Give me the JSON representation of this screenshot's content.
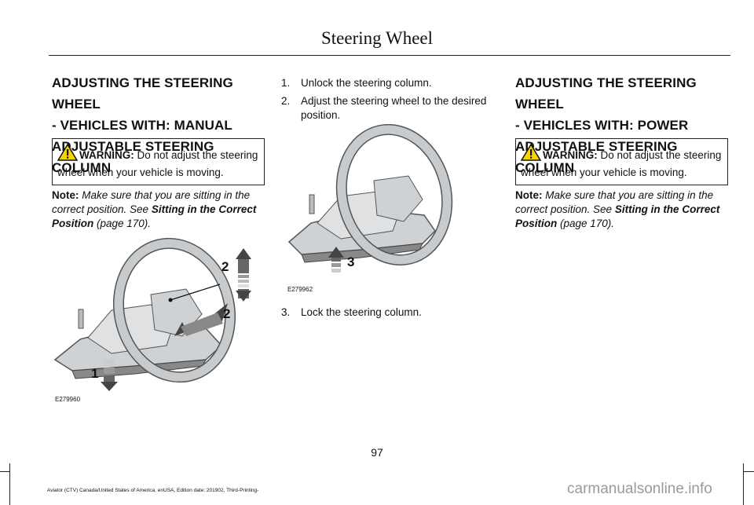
{
  "header": {
    "title": "Steering Wheel"
  },
  "left": {
    "heading": [
      "ADJUSTING THE STEERING WHEEL",
      "- VEHICLES WITH: MANUAL",
      "ADJUSTABLE STEERING COLUMN"
    ],
    "warning": {
      "label": "WARNING:",
      "text": " Do not adjust the steering wheel when your vehicle is moving."
    },
    "note": {
      "label": "Note:",
      "text": " Make sure that you are sitting in the correct position.  See ",
      "link": "Sitting in the Correct Position",
      "page": " (page 170)."
    },
    "figure": {
      "id": "E279960",
      "callouts": [
        "2",
        "2",
        "1"
      ]
    }
  },
  "middle": {
    "steps": [
      {
        "num": "1.",
        "text": "Unlock the steering column."
      },
      {
        "num": "2.",
        "text": "Adjust the steering wheel to the desired position."
      },
      {
        "num": "3.",
        "text": "Lock the steering column."
      }
    ],
    "figure": {
      "id": "E279962",
      "callouts": [
        "3"
      ]
    }
  },
  "right": {
    "heading": [
      "ADJUSTING THE STEERING WHEEL",
      "- VEHICLES WITH: POWER",
      "ADJUSTABLE STEERING COLUMN"
    ],
    "warning": {
      "label": "WARNING:",
      "text": " Do not adjust the steering wheel when your vehicle is moving."
    },
    "note": {
      "label": "Note:",
      "text": "  Make sure that you are sitting in the correct position.   See ",
      "link": "Sitting in the Correct Position",
      "page": " (page 170)."
    }
  },
  "page_number": "97",
  "footer": "Aviator (CTV) Canada/United States of America, enUSA, Edition date: 201902, Third-Printing-",
  "watermark": "carmanualsonline.info"
}
